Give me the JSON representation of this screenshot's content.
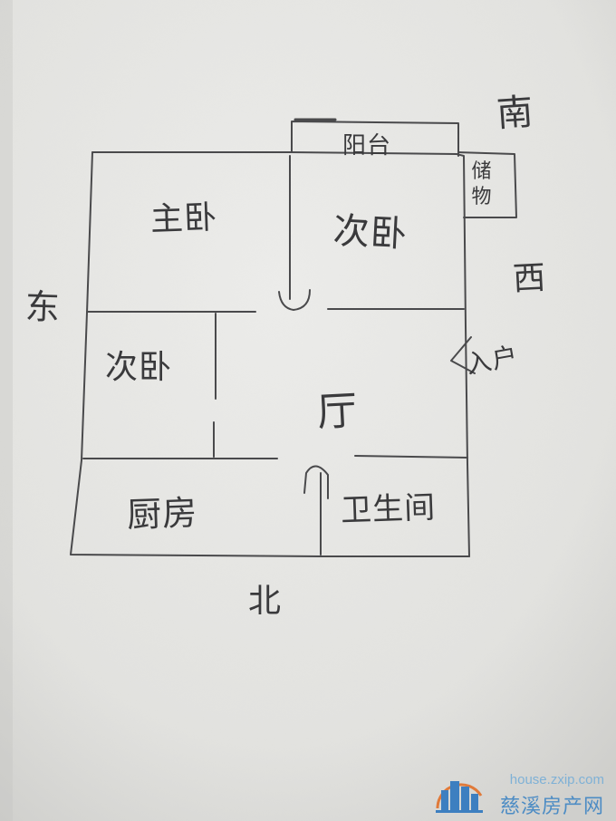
{
  "compass": {
    "south": "南",
    "west": "西",
    "east": "东",
    "north": "北"
  },
  "rooms": {
    "balcony": "阳台",
    "storage": "储物",
    "master_bedroom": "主卧",
    "second_bedroom_top": "次卧",
    "second_bedroom_left": "次卧",
    "living_room": "厅",
    "kitchen": "厨房",
    "bathroom": "卫生间",
    "entrance": "入户"
  },
  "watermark": {
    "url": "house.zxip.com",
    "name": "慈溪房产网"
  },
  "colors": {
    "ink": "#3a3a3c",
    "paper": "#e6e6e3",
    "watermark": "#4d8cc4"
  }
}
